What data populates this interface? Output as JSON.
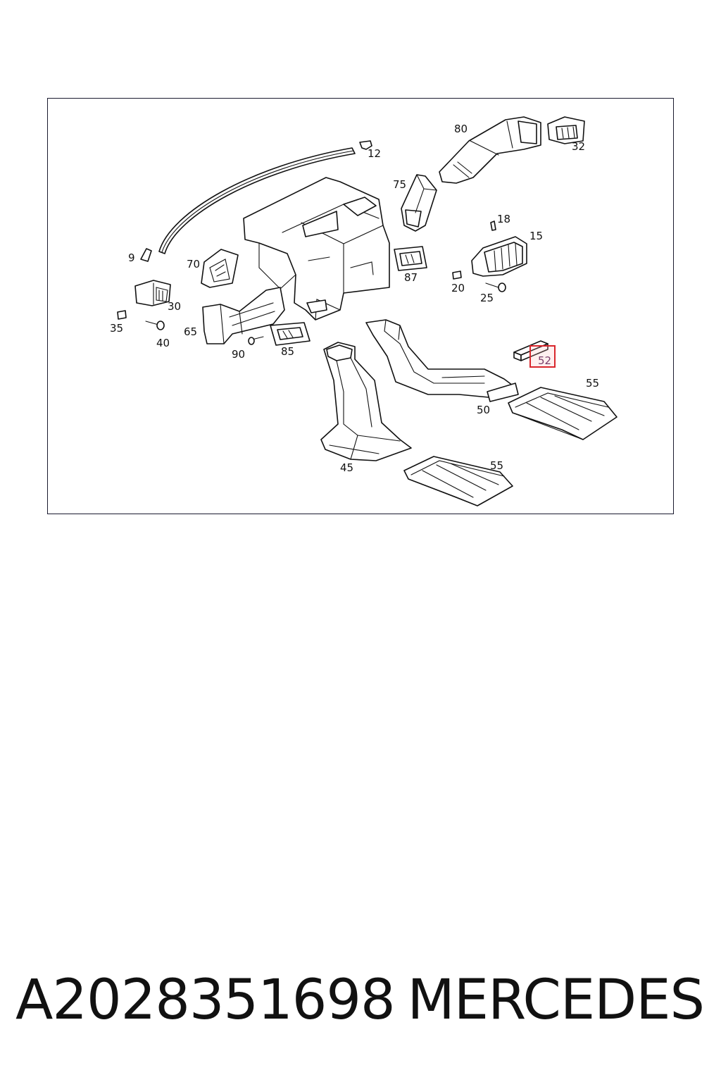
{
  "diagram": {
    "callouts": [
      {
        "id": "c80",
        "text": "80"
      },
      {
        "id": "c32",
        "text": "32"
      },
      {
        "id": "c12",
        "text": "12"
      },
      {
        "id": "c75",
        "text": "75"
      },
      {
        "id": "c18",
        "text": "18"
      },
      {
        "id": "c15",
        "text": "15"
      },
      {
        "id": "c9",
        "text": "9"
      },
      {
        "id": "c70",
        "text": "70"
      },
      {
        "id": "c87",
        "text": "87"
      },
      {
        "id": "c20",
        "text": "20"
      },
      {
        "id": "c25",
        "text": "25"
      },
      {
        "id": "c30",
        "text": "30"
      },
      {
        "id": "c35",
        "text": "35"
      },
      {
        "id": "c65",
        "text": "65"
      },
      {
        "id": "c40",
        "text": "40"
      },
      {
        "id": "c90",
        "text": "90"
      },
      {
        "id": "c85",
        "text": "85"
      },
      {
        "id": "c52",
        "text": "52"
      },
      {
        "id": "c55a",
        "text": "55"
      },
      {
        "id": "c50",
        "text": "50"
      },
      {
        "id": "c45",
        "text": "45"
      },
      {
        "id": "c55b",
        "text": "55"
      }
    ],
    "highlighted_callout": "52",
    "highlight_color": "#d9262c"
  },
  "footer": {
    "part_number": "A2028351698",
    "brand": "MERCEDES"
  }
}
